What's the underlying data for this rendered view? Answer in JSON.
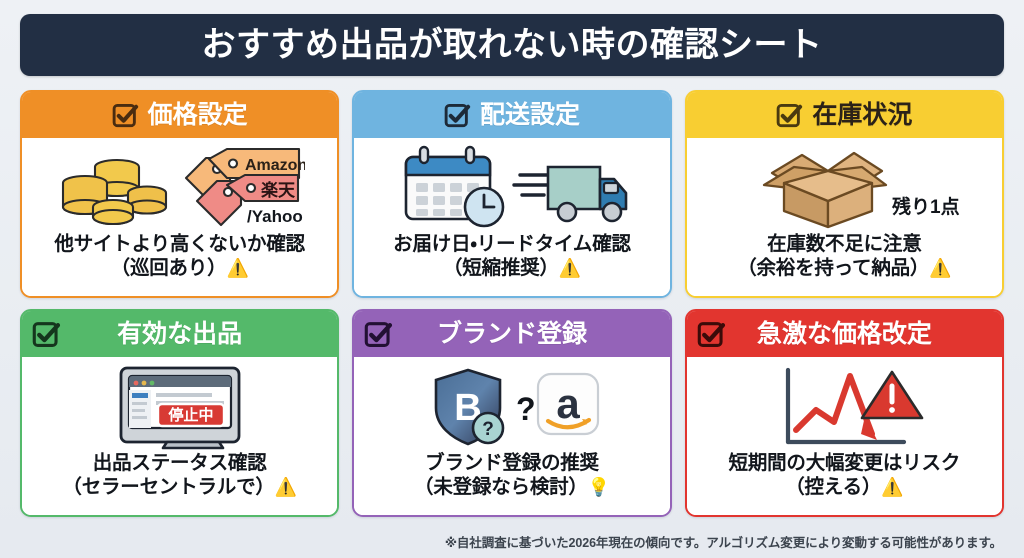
{
  "header": {
    "title": "おすすめ出品が取れない時の確認シート",
    "background_color": "#222f44",
    "text_color": "#ffffff"
  },
  "page": {
    "background_color": "#eaeef3",
    "footnote": "※自社調査に基づいた2026年現在の傾向です。アルゴリズム変更により変動する可能性があります。"
  },
  "cards": [
    {
      "id": "price-setting",
      "title": "価格設定",
      "accent_color": "#ef8f26",
      "title_color": "#ffffff",
      "check_color": "#4a2c10",
      "check_position": "inline",
      "caption_line1": "他サイトより高くないか確認",
      "caption_line2": "（巡回あり）",
      "caption_emoji": "⚠️",
      "art": "coins-and-price-tags",
      "art_labels": {
        "tag1": "Amazon",
        "tag2": "楽天",
        "tag3": "/Yahoo"
      }
    },
    {
      "id": "shipping-setting",
      "title": "配送設定",
      "accent_color": "#6fb4e0",
      "title_color": "#ffffff",
      "check_color": "#1d2a38",
      "check_position": "inline",
      "caption_line1": "お届け日・リードタイム確認",
      "caption_line2": "（短縮推奨）",
      "caption_emoji": "⚠️",
      "art": "calendar-clock-truck",
      "art_labels": {}
    },
    {
      "id": "stock-status",
      "title": "在庫状況",
      "accent_color": "#f8ce32",
      "title_color": "#2b2218",
      "check_color": "#4a3a10",
      "check_position": "inline",
      "caption_line1": "在庫数不足に注意",
      "caption_line2": "（余裕を持って納品）",
      "caption_emoji": "⚠️",
      "art": "open-cardboard-box",
      "art_labels": {
        "stock_note": "残り1点"
      }
    },
    {
      "id": "active-listing",
      "title": "有効な出品",
      "accent_color": "#54b96a",
      "title_color": "#ffffff",
      "check_color": "#15361d",
      "check_position": "left",
      "caption_line1": "出品ステータス確認",
      "caption_line2": "（セラーセントラルで）",
      "caption_emoji": "⚠️",
      "art": "monitor-listing-suspended",
      "art_labels": {
        "status_badge": "停止中"
      }
    },
    {
      "id": "brand-registry",
      "title": "ブランド登録",
      "accent_color": "#9463b8",
      "title_color": "#ffffff",
      "check_color": "#221033",
      "check_position": "left",
      "caption_line1": "ブランド登録の推奨",
      "caption_line2": "（未登録なら検討）",
      "caption_emoji": "💡",
      "art": "brand-shield-amazon",
      "art_labels": {
        "shield_letter": "B",
        "question_badge": "?",
        "question_mark": "?",
        "amazon_letter": "a"
      }
    },
    {
      "id": "rapid-price-change",
      "title": "急激な価格改定",
      "accent_color": "#e2352f",
      "title_color": "#ffffff",
      "check_color": "#3b0b09",
      "check_position": "left",
      "caption_line1": "短期間の大幅変更はリスク",
      "caption_line2": "（控える）",
      "caption_emoji": "⚠️",
      "art": "falling-price-chart-warning",
      "art_labels": {}
    }
  ]
}
